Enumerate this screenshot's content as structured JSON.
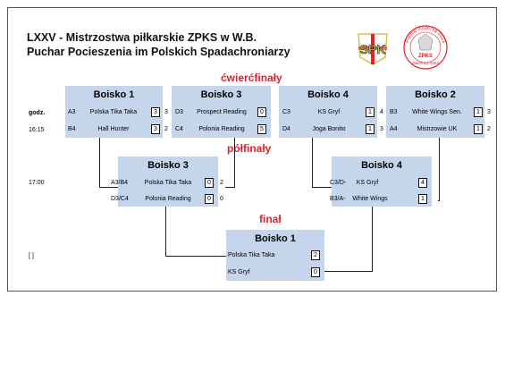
{
  "header": {
    "title_line1": "LXXV - Mistrzostwa piłkarskie ZPKS w W.B.",
    "title_line2": "Puchar Pocieszenia im Polskich Spadachroniarzy"
  },
  "logos": {
    "spk": "SPK",
    "anders": {
      "top": "Puchar Andersa 2023",
      "mid": "ZPKS",
      "bottom": "Założony 1953"
    }
  },
  "stages": {
    "qf": "ćwierćfinały",
    "sf": "półfinały",
    "final": "finał"
  },
  "times": {
    "label": "godz.",
    "qf": "16:15",
    "sf": "17:00",
    "final": "[    ]"
  },
  "quarterfinals": [
    {
      "pitch": "Boisko 1",
      "rows": [
        {
          "code": "A3",
          "team": "Polska Tika Taka",
          "score": "3",
          "pen": "3"
        },
        {
          "code": "B4",
          "team": "Hall Hunter",
          "score": "3",
          "pen": "2"
        }
      ]
    },
    {
      "pitch": "Boisko 3",
      "rows": [
        {
          "code": "D3",
          "team": "Prospect Reading",
          "score": "0",
          "pen": ""
        },
        {
          "code": "C4",
          "team": "Polonia Reading",
          "score": "5",
          "pen": ""
        }
      ]
    },
    {
      "pitch": "Boisko 4",
      "rows": [
        {
          "code": "C3",
          "team": "KS Gryf",
          "score": "1",
          "pen": "4"
        },
        {
          "code": "D4",
          "team": "Joga Bonito",
          "score": "1",
          "pen": "3"
        }
      ]
    },
    {
      "pitch": "Boisko 2",
      "rows": [
        {
          "code": "B3",
          "team": "White Wings Sen.",
          "score": "1",
          "pen": "3"
        },
        {
          "code": "A4",
          "team": "Mistrzowie UK",
          "score": "1",
          "pen": "2"
        }
      ]
    }
  ],
  "semifinals": [
    {
      "pitch": "Boisko 3",
      "rows": [
        {
          "code": "A3/B4",
          "team": "Polska Tika Taka",
          "score": "0",
          "pen": "2"
        },
        {
          "code": "D3/C4",
          "team": "Polonia Reading",
          "score": "0",
          "pen": "0"
        }
      ]
    },
    {
      "pitch": "Boisko 4",
      "rows": [
        {
          "code": "C3/D-",
          "team": "KS Gryf",
          "score": "4",
          "pen": ""
        },
        {
          "code": "B3/A-",
          "team": "White Wings",
          "score": "1",
          "pen": ""
        }
      ]
    }
  ],
  "final": {
    "pitch": "Boisko 1",
    "rows": [
      {
        "team": "Polska Tika Taka",
        "score": "2"
      },
      {
        "team": "KS Gryf",
        "score": "0"
      }
    ]
  },
  "colors": {
    "box": "#c4d5ec",
    "accent_red": "#e5202a"
  }
}
